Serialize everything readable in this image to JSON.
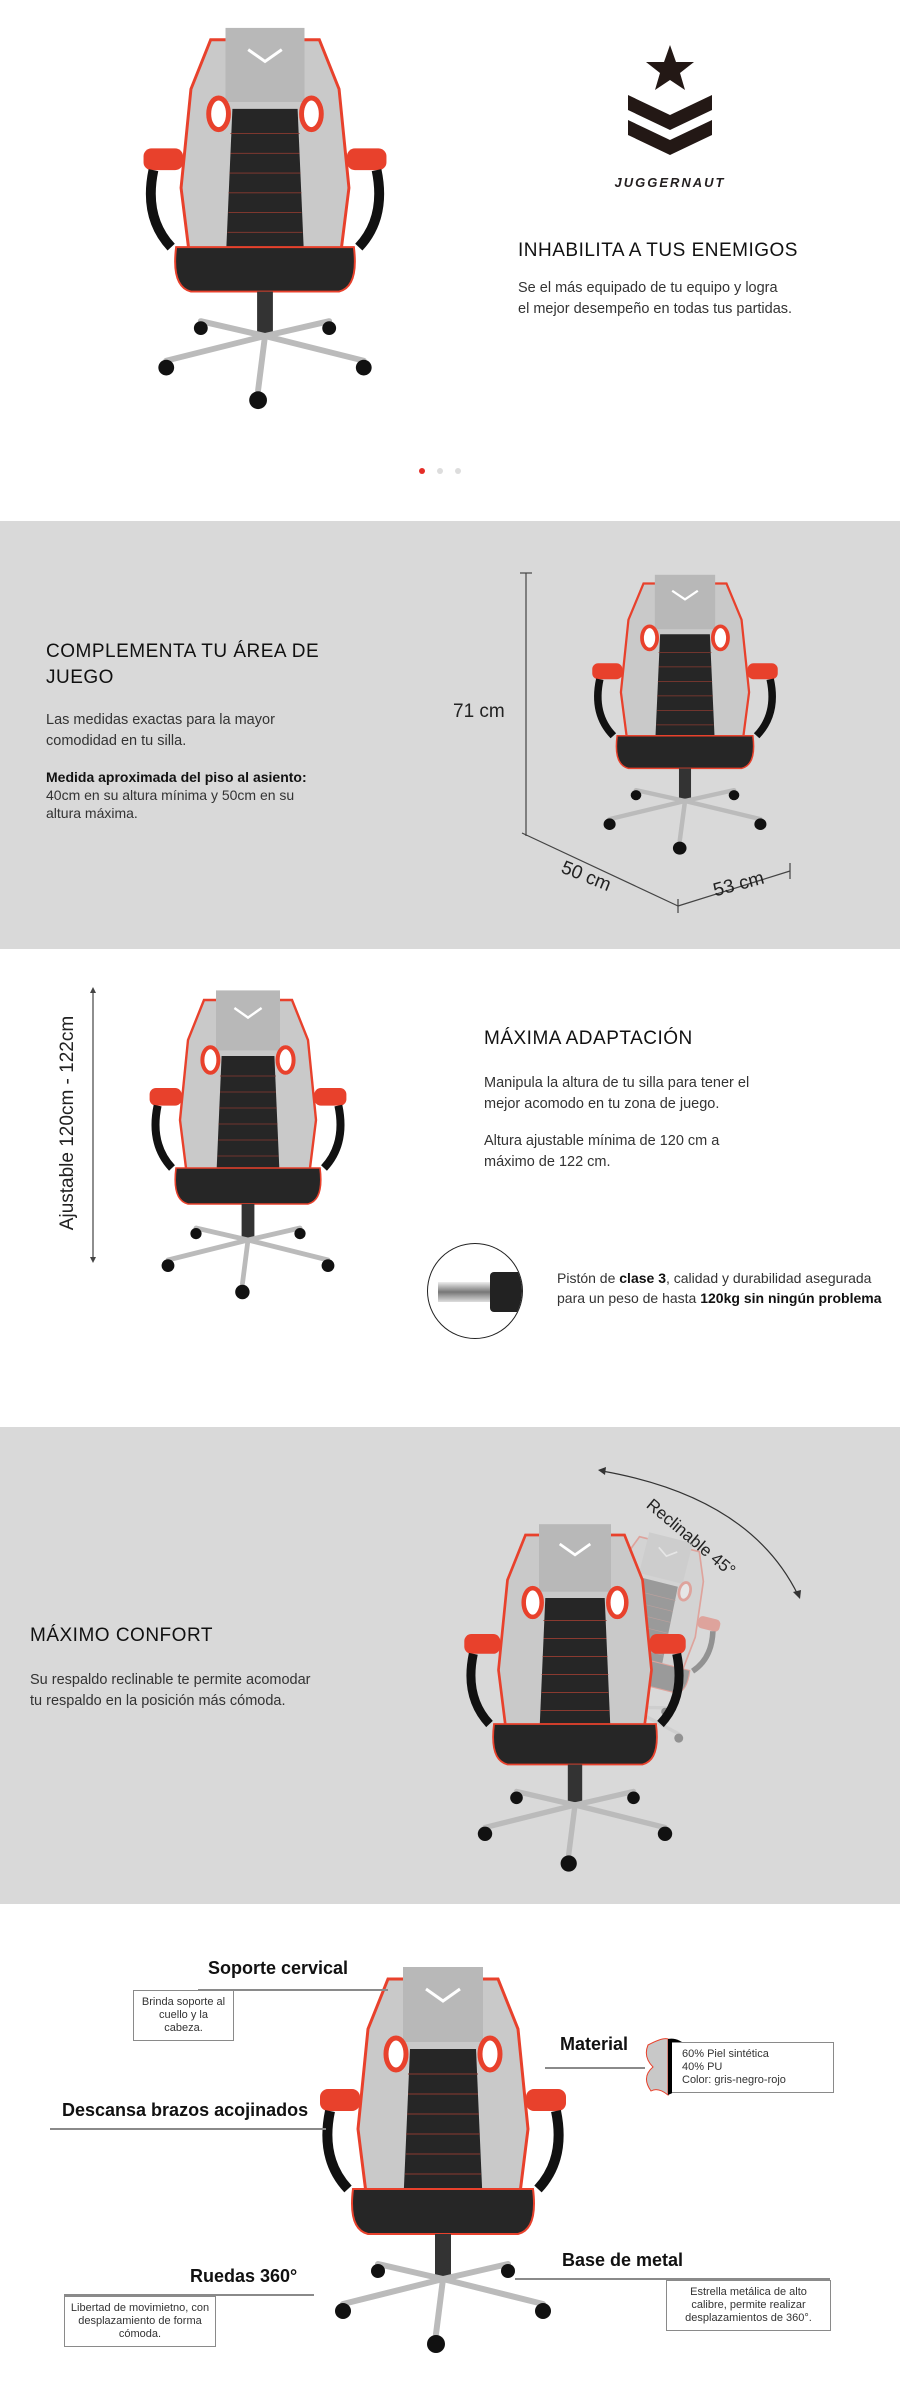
{
  "brand": {
    "name": "JUGGERNAUT"
  },
  "hero": {
    "title": "INHABILITA A TUS ENEMIGOS",
    "body_line1": "Se el más equipado de tu equipo y logra",
    "body_line2": "el mejor desempeño en todas tus partidas.",
    "carousel_pages": 3,
    "active_page": 1
  },
  "dimensions": {
    "title": "COMPLEMENTA TU ÁREA DE JUEGO",
    "body": "Las medidas exactas para la mayor comodidad en tu silla.",
    "bold_label": "Medida aproximada del piso al asiento:",
    "detail": "40cm en su altura mínima y 50cm en su altura máxima.",
    "height": "71 cm",
    "depth": "50 cm",
    "width": "53 cm"
  },
  "adaptation": {
    "title": "MÁXIMA ADAPTACIÓN",
    "body1": "Manipula la altura de tu silla para tener el mejor acomodo en tu zona de juego.",
    "body2": "Altura ajustable mínima de 120 cm a máximo de 122 cm.",
    "range_label": "Ajustable 120cm - 122cm",
    "piston": {
      "t1": "Pistón de ",
      "b1": "clase 3",
      "t2": ", calidad y durabilidad asegurada",
      "t3": "para un peso de hasta ",
      "b2": "120kg sin ningún problema"
    }
  },
  "comfort": {
    "title": "MÁXIMO CONFORT",
    "body1": "Su respaldo reclinable te permite acomodar",
    "body2": "tu respaldo en la posición más cómoda.",
    "recline_label": "Reclinable 45°"
  },
  "features": {
    "cervical": {
      "title": "Soporte cervical",
      "desc": "Brinda soporte al cuello y la cabeza."
    },
    "material": {
      "title": "Material",
      "l1": "60% Piel sintética",
      "l2": "40% PU",
      "l3": "Color: gris-negro-rojo"
    },
    "armrest": {
      "title": "Descansa brazos acojinados"
    },
    "wheels": {
      "title": "Ruedas 360°",
      "desc": "Libertad de movimietno, con desplazamiento de forma cómoda."
    },
    "base": {
      "title": "Base de metal",
      "desc": "Estrella metálica de alto calibre, permite realizar desplazamientos de 360°."
    }
  },
  "colors": {
    "accent": "#e8412c",
    "gray_bg": "#d9d9d9",
    "dot_active": "#e52d27"
  }
}
